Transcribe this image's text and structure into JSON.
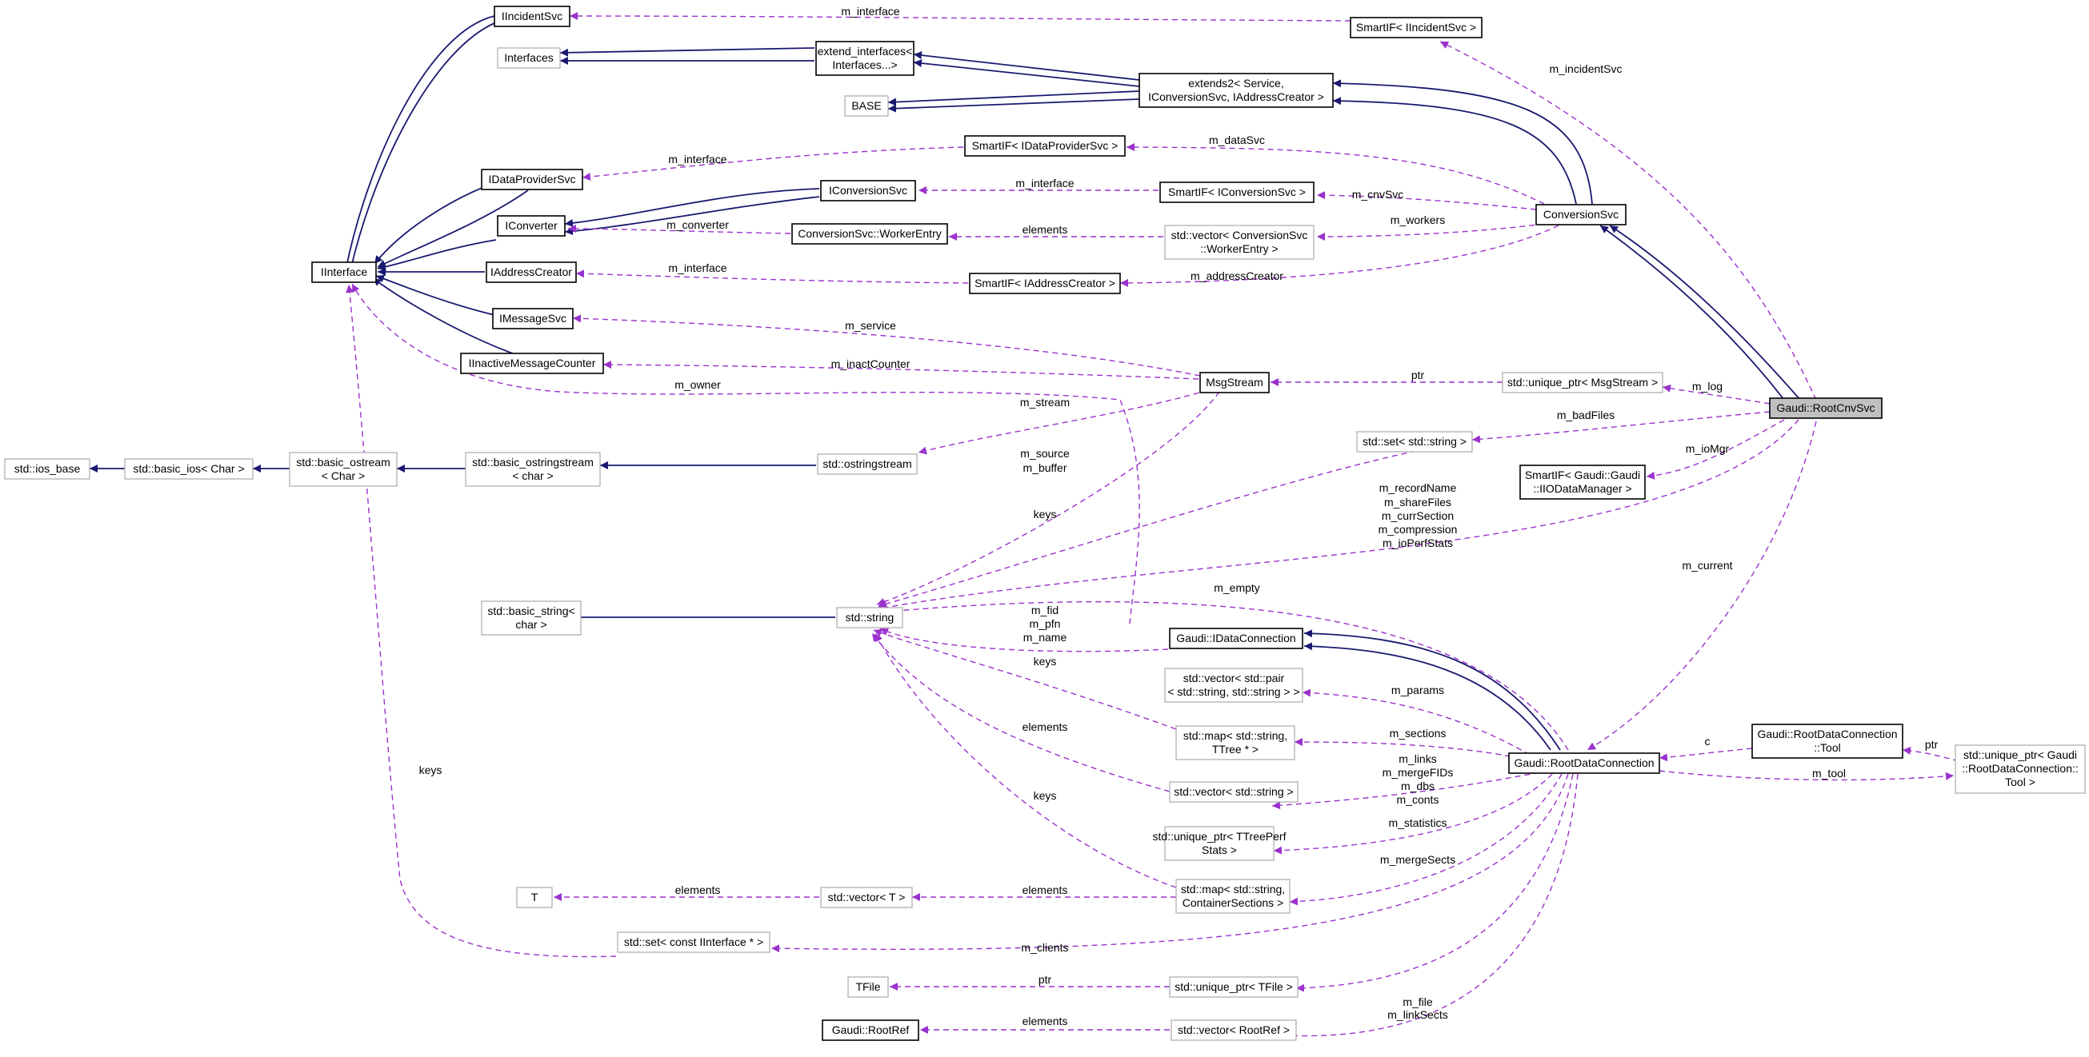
{
  "nodes": {
    "IIncidentSvc": "IIncidentSvc",
    "SmartIF_IIncidentSvc": "SmartIF< IIncidentSvc >",
    "Interfaces": "Interfaces",
    "extend_interfaces_1": "extend_interfaces<",
    "extend_interfaces_2": "Interfaces...>",
    "BASE": "BASE",
    "extends2_1": "extends2< Service,",
    "extends2_2": "IConversionSvc, IAddressCreator >",
    "SmartIF_IDataProviderSvc": "SmartIF< IDataProviderSvc >",
    "IDataProviderSvc": "IDataProviderSvc",
    "IConversionSvc": "IConversionSvc",
    "SmartIF_IConversionSvc": "SmartIF< IConversionSvc >",
    "ConversionSvc": "ConversionSvc",
    "IConverter": "IConverter",
    "WorkerEntry": "ConversionSvc::WorkerEntry",
    "vector_WorkerEntry_1": "std::vector< ConversionSvc",
    "vector_WorkerEntry_2": "::WorkerEntry >",
    "IInterface": "IInterface",
    "IAddressCreator": "IAddressCreator",
    "SmartIF_IAddressCreator": "SmartIF< IAddressCreator >",
    "IMessageSvc": "IMessageSvc",
    "IInactiveMessageCounter": "IInactiveMessageCounter",
    "MsgStream": "MsgStream",
    "unique_ptr_MsgStream": "std::unique_ptr< MsgStream >",
    "RootCnvSvc": "Gaudi::RootCnvSvc",
    "ios_base": "std::ios_base",
    "basic_ios": "std::basic_ios< Char >",
    "basic_ostream_1": "std::basic_ostream",
    "basic_ostream_2": "< Char >",
    "basic_ostringstream_1": "std::basic_ostringstream",
    "basic_ostringstream_2": "< char >",
    "ostringstream": "std::ostringstream",
    "set_string": "std::set< std::string >",
    "SmartIF_IIODataManager_1": "SmartIF< Gaudi::Gaudi",
    "SmartIF_IIODataManager_2": "::IIODataManager >",
    "basic_string_1": "std::basic_string<",
    "basic_string_2": "char >",
    "string": "std::string",
    "IDataConnection": "Gaudi::IDataConnection",
    "vector_pair_1": "std::vector< std::pair",
    "vector_pair_2": "< std::string, std::string > >",
    "map_TTree_1": "std::map< std::string,",
    "map_TTree_2": "TTree * >",
    "RootDataConnection": "Gaudi::RootDataConnection",
    "Tool_1": "Gaudi::RootDataConnection",
    "Tool_2": "::Tool",
    "unique_ptr_Tool_1": "std::unique_ptr< Gaudi",
    "unique_ptr_Tool_2": "::RootDataConnection::",
    "unique_ptr_Tool_3": "Tool >",
    "vector_string": "std::vector< std::string >",
    "unique_ptr_TTreePerf_1": "std::unique_ptr< TTreePerf",
    "unique_ptr_TTreePerf_2": "Stats >",
    "T": "T",
    "vector_T": "std::vector< T >",
    "map_ContainerSections_1": "std::map< std::string,",
    "map_ContainerSections_2": "ContainerSections >",
    "set_IInterface": "std::set< const IInterface * >",
    "TFile": "TFile",
    "unique_ptr_TFile": "std::unique_ptr< TFile >",
    "RootRef": "Gaudi::RootRef",
    "vector_RootRef": "std::vector< RootRef >"
  },
  "edge_labels": {
    "m_interface_incident": "m_interface",
    "m_incidentSvc": "m_incidentSvc",
    "m_interface_dataprov": "m_interface",
    "m_dataSvc": "m_dataSvc",
    "m_interface_conv": "m_interface",
    "m_cnvSvc": "m_cnvSvc",
    "m_workers": "m_workers",
    "m_converter": "m_converter",
    "elements_worker": "elements",
    "m_interface_addr": "m_interface",
    "m_addressCreator": "m_addressCreator",
    "m_service": "m_service",
    "m_inactCounter": "m_inactCounter",
    "m_owner": "m_owner",
    "ptr_msg": "ptr",
    "m_log": "m_log",
    "m_stream": "m_stream",
    "m_badFiles": "m_badFiles",
    "m_ioMgr": "m_ioMgr",
    "m_source": "m_source",
    "m_buffer": "m_buffer",
    "keys_set": "keys",
    "m_recordName": "m_recordName",
    "m_shareFiles": "m_shareFiles",
    "m_currSection": "m_currSection",
    "m_compression": "m_compression",
    "m_ioPerfStats": "m_ioPerfStats",
    "m_current": "m_current",
    "m_empty": "m_empty",
    "m_fid": "m_fid",
    "m_pfn": "m_pfn",
    "m_name": "m_name",
    "keys_map_tree": "keys",
    "m_params": "m_params",
    "elements_vecstr": "elements",
    "m_sections": "m_sections",
    "c": "c",
    "ptr_tool": "ptr",
    "m_tool": "m_tool",
    "keys_iinterface": "keys",
    "m_links": "m_links",
    "m_mergeFIDs": "m_mergeFIDs",
    "m_dbs": "m_dbs",
    "m_conts": "m_conts",
    "keys_map_cont": "keys",
    "m_statistics": "m_statistics",
    "m_mergeSects": "m_mergeSects",
    "elements_T": "elements",
    "elements_vecT": "elements",
    "m_clients": "m_clients",
    "m_file": "m_file",
    "ptr_tfile": "ptr",
    "elements_rootref": "elements",
    "m_linkSects": "m_linkSects"
  },
  "colors": {
    "inheritance": "#191970",
    "usage": "#9a32cd",
    "focus_fill": "#c0c0c0",
    "grey_border": "#a9a9a9"
  }
}
